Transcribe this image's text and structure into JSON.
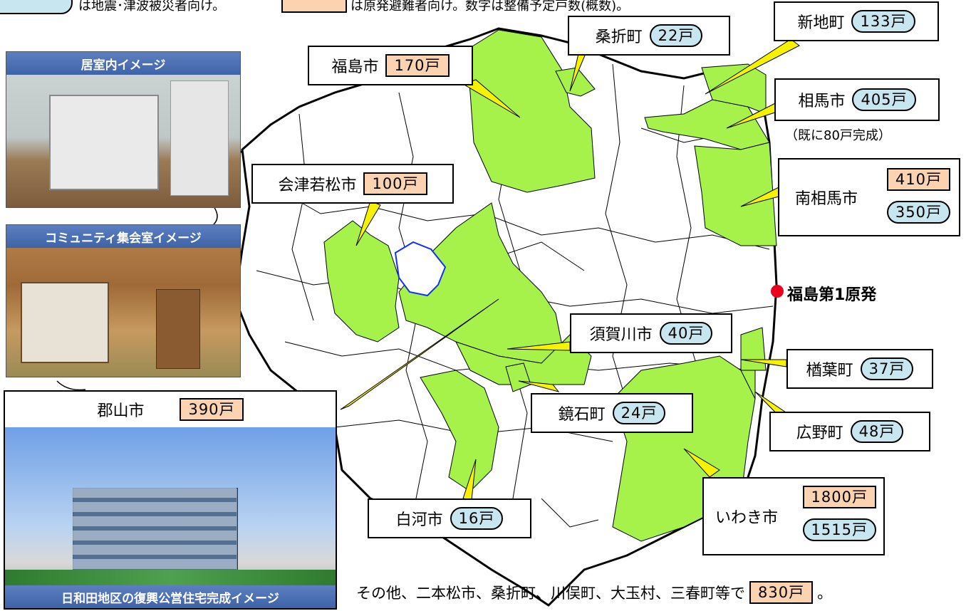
{
  "legend": {
    "left_note": "は地震･津波被災者向け。",
    "right_note": "は原発避難者向け。数字は整備予定戸数(概数)。"
  },
  "colors": {
    "quake_fill": "#c8e6f0",
    "nuclear_fill": "#fbd3b0",
    "area_green": "#a6f24a",
    "leader_yellow": "#f7f200",
    "plant_red": "#e8001c"
  },
  "plant": {
    "label": "福島第1原発"
  },
  "photos": {
    "room": "居室内イメージ",
    "community": "コミュニティ集会室イメージ",
    "housing": "日和田地区の復興公営住宅完成イメージ"
  },
  "labels": {
    "kuwaori": {
      "name": "桑折町",
      "quake": "22戸"
    },
    "shinchi": {
      "name": "新地町",
      "quake": "133戸"
    },
    "fukushima": {
      "name": "福島市",
      "nuclear": "170戸"
    },
    "soma": {
      "name": "相馬市",
      "quake": "405戸",
      "note": "（既に80戸完成）"
    },
    "aizu": {
      "name": "会津若松市",
      "nuclear": "100戸"
    },
    "minamisoma": {
      "name": "南相馬市",
      "nuclear": "410戸",
      "quake": "350戸"
    },
    "sukagawa": {
      "name": "須賀川市",
      "quake": "40戸"
    },
    "naraha": {
      "name": "楢葉町",
      "quake": "37戸"
    },
    "kagamiishi": {
      "name": "鏡石町",
      "quake": "24戸"
    },
    "hirono": {
      "name": "広野町",
      "quake": "48戸"
    },
    "koriyama": {
      "name": "郡山市",
      "nuclear": "390戸"
    },
    "shirakawa": {
      "name": "白河市",
      "quake": "16戸"
    },
    "iwaki": {
      "name": "いわき市",
      "nuclear": "1800戸",
      "quake": "1515戸"
    }
  },
  "footer": {
    "text": "その他、二本松市、桑折町、川俣町、大玉村、三春町等で",
    "nuclear": "830戸",
    "end": "。"
  }
}
